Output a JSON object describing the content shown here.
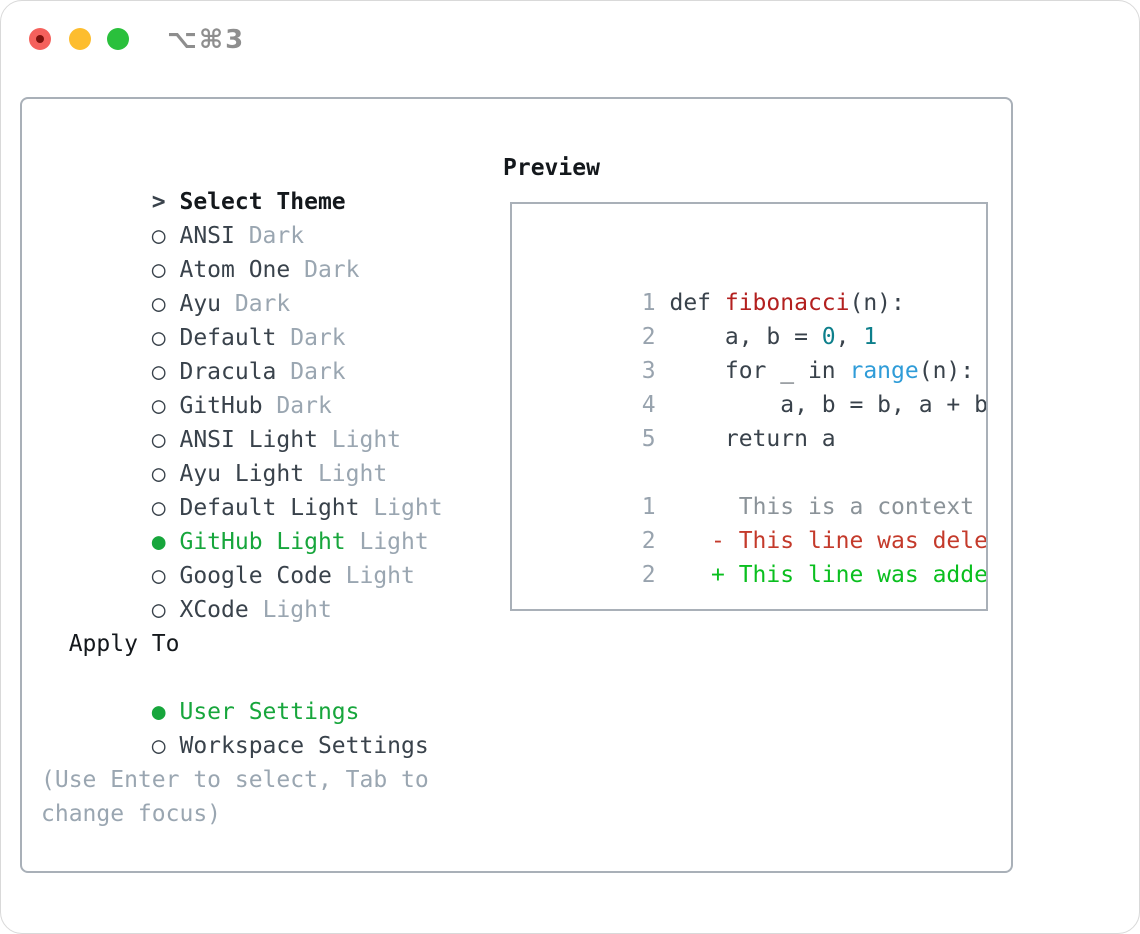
{
  "titlebar": {
    "title": "⌥⌘3",
    "buttons": [
      "close",
      "minimize",
      "zoom"
    ]
  },
  "theme_panel": {
    "header": {
      "marker": ">",
      "label": "Select Theme"
    },
    "themes": [
      {
        "marker": "○",
        "name": "ANSI",
        "tag": "Dark",
        "selected": false
      },
      {
        "marker": "○",
        "name": "Atom One",
        "tag": "Dark",
        "selected": false
      },
      {
        "marker": "○",
        "name": "Ayu",
        "tag": "Dark",
        "selected": false
      },
      {
        "marker": "○",
        "name": "Default",
        "tag": "Dark",
        "selected": false
      },
      {
        "marker": "○",
        "name": "Dracula",
        "tag": "Dark",
        "selected": false
      },
      {
        "marker": "○",
        "name": "GitHub",
        "tag": "Dark",
        "selected": false
      },
      {
        "marker": "○",
        "name": "ANSI Light",
        "tag": "Light",
        "selected": false
      },
      {
        "marker": "○",
        "name": "Ayu Light",
        "tag": "Light",
        "selected": false
      },
      {
        "marker": "○",
        "name": "Default Light",
        "tag": "Light",
        "selected": false
      },
      {
        "marker": "●",
        "name": "GitHub Light",
        "tag": "Light",
        "selected": true
      },
      {
        "marker": "○",
        "name": "Google Code",
        "tag": "Light",
        "selected": false
      },
      {
        "marker": "○",
        "name": "XCode",
        "tag": "Light",
        "selected": false
      }
    ],
    "apply_to": {
      "label": "Apply To",
      "options": [
        {
          "marker": "●",
          "name": "User Settings",
          "selected": true
        },
        {
          "marker": "○",
          "name": "Workspace Settings",
          "selected": false
        }
      ]
    },
    "help": {
      "line1": "(Use Enter to select, Tab to",
      "line2": "change focus)"
    }
  },
  "preview": {
    "label": "Preview",
    "code": {
      "line1": {
        "num": "1",
        "kw": "def ",
        "fn": "fibonacci",
        "rest": "(n):"
      },
      "line2": {
        "num": "2",
        "pre": "    a, b = ",
        "n0": "0",
        "sep": ", ",
        "n1": "1"
      },
      "line3": {
        "num": "3",
        "pre": "    for _ in ",
        "fn": "range",
        "rest": "(n):"
      },
      "line4": {
        "num": "4",
        "code": "        a, b = b, a + b"
      },
      "line5": {
        "num": "5",
        "code": "    return a"
      }
    },
    "diff": {
      "context": {
        "num": "1",
        "gap": "     ",
        "text": "This is a context line."
      },
      "deleted": {
        "num": "2",
        "gap": "   ",
        "text": "- This line was deleted."
      },
      "added": {
        "num": "2",
        "gap": "   ",
        "text": "+ This line was added."
      }
    }
  },
  "colors": {
    "accent_green": "#17a63c",
    "added_green": "#0abf1f",
    "deleted_red": "#c43a2b",
    "function_red": "#b3201f",
    "number_teal": "#0d7f8b",
    "builtin_blue": "#2f9cd8",
    "muted_gray": "#9aa6b1",
    "text_dark": "#39424b",
    "border_gray": "#a9b0b8",
    "linenum_gray": "#98a3ae",
    "context_gray": "#8b9399",
    "traffic_red": "#f5615c",
    "traffic_yellow": "#fdbd2e",
    "traffic_green": "#2ac03c",
    "titlebar_gray": "#8e8e8e"
  }
}
